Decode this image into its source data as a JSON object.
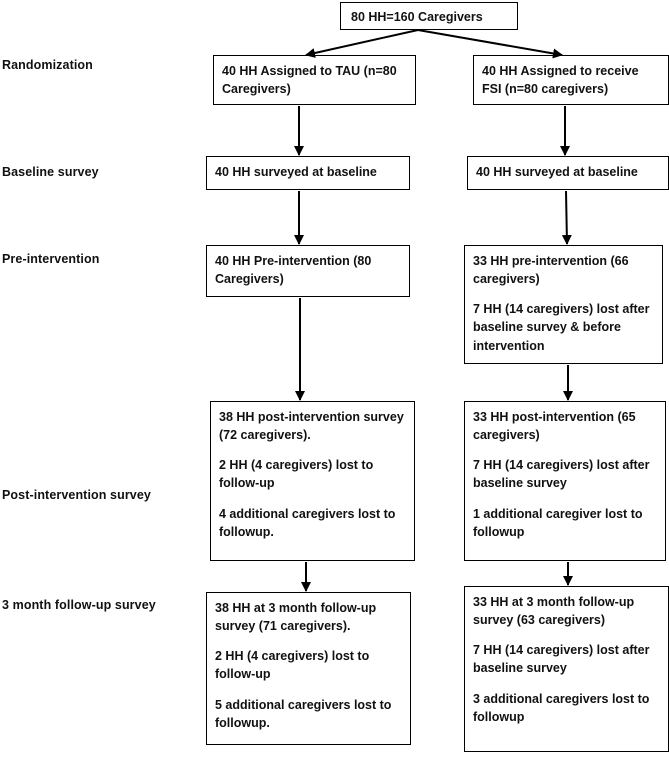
{
  "top": {
    "text": "80 HH=160 Caregivers"
  },
  "stages": {
    "randomization": "Randomization",
    "baseline": "Baseline survey",
    "pre": "Pre-intervention",
    "post": "Post-intervention survey",
    "followup": "3 month follow-up survey"
  },
  "tau": {
    "randomized": "40 HH Assigned to TAU (n=80 Caregivers)",
    "baseline": "40 HH surveyed at baseline",
    "pre": "40 HH Pre-intervention (80 Caregivers)",
    "post": [
      "38 HH post-intervention survey (72 caregivers).",
      "2 HH (4 caregivers) lost to follow-up",
      "4 additional caregivers lost to followup."
    ],
    "followup": [
      "38 HH at 3 month follow-up survey (71 caregivers).",
      "2 HH (4 caregivers) lost to follow-up",
      "5 additional caregivers lost to followup."
    ]
  },
  "fsi": {
    "randomized": "40 HH Assigned to receive FSI (n=80 caregivers)",
    "baseline": "40 HH surveyed at baseline",
    "pre": [
      "33 HH pre-intervention (66 caregivers)",
      "7 HH (14 caregivers) lost after baseline survey & before intervention"
    ],
    "post": [
      "33 HH post-intervention (65 caregivers)",
      "7 HH (14 caregivers) lost after baseline survey",
      "1 additional caregiver lost to followup"
    ],
    "followup": [
      "33 HH at 3 month follow-up survey (63 caregivers)",
      "7 HH (14 caregivers) lost after baseline survey",
      "3 additional caregivers lost to followup"
    ]
  }
}
